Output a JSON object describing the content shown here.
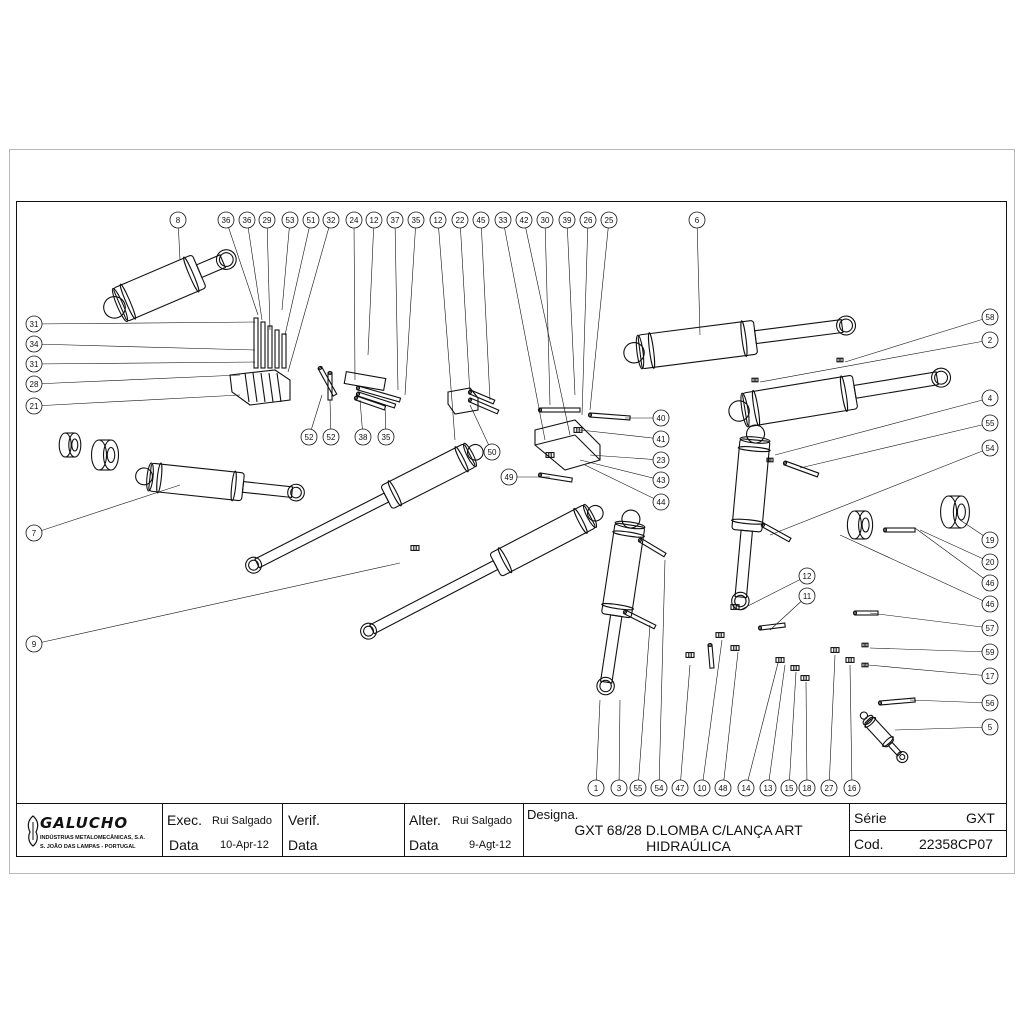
{
  "title_block": {
    "company": {
      "name": "GALUCHO",
      "line1": "INDÚSTRIAS METALOMECÂNICAS, S.A.",
      "line2": "S. JOÃO DAS LAMPAS - PORTUGAL"
    },
    "exec_label": "Exec.",
    "exec_value": "Rui Salgado",
    "data_label": "Data",
    "exec_date": "10-Apr-12",
    "verif_label": "Verif.",
    "verif_date_label": "Data",
    "alter_label": "Alter.",
    "alter_value": "Rui Salgado",
    "alter_date_label": "Data",
    "alter_date": "9-Agt-12",
    "designa_label": "Designa.",
    "designa_line1": "GXT 68/28 D.LOMBA C/LANÇA ART",
    "designa_line2": "HIDRAÚLICA",
    "serie_label": "Série",
    "serie_value": "GXT",
    "cod_label": "Cod.",
    "cod_value": "22358CP07"
  },
  "callouts": {
    "top": [
      "8",
      "36",
      "36",
      "29",
      "53",
      "51",
      "32",
      "24",
      "12",
      "37",
      "35",
      "12",
      "22",
      "45",
      "33",
      "42",
      "30",
      "39",
      "26",
      "25",
      "6"
    ],
    "left": [
      "31",
      "34",
      "31",
      "28",
      "21",
      "7",
      "9"
    ],
    "bottom_left": [
      "52",
      "52",
      "38",
      "35",
      "50",
      "49"
    ],
    "mid": [
      "40",
      "41",
      "23",
      "43",
      "44",
      "12",
      "11"
    ],
    "right": [
      "58",
      "2",
      "4",
      "55",
      "54",
      "19",
      "20",
      "46",
      "46",
      "57",
      "59",
      "17",
      "56",
      "5"
    ],
    "bottom": [
      "1",
      "3",
      "55",
      "54",
      "47",
      "10",
      "48",
      "14",
      "13",
      "15",
      "18",
      "27",
      "16"
    ]
  }
}
